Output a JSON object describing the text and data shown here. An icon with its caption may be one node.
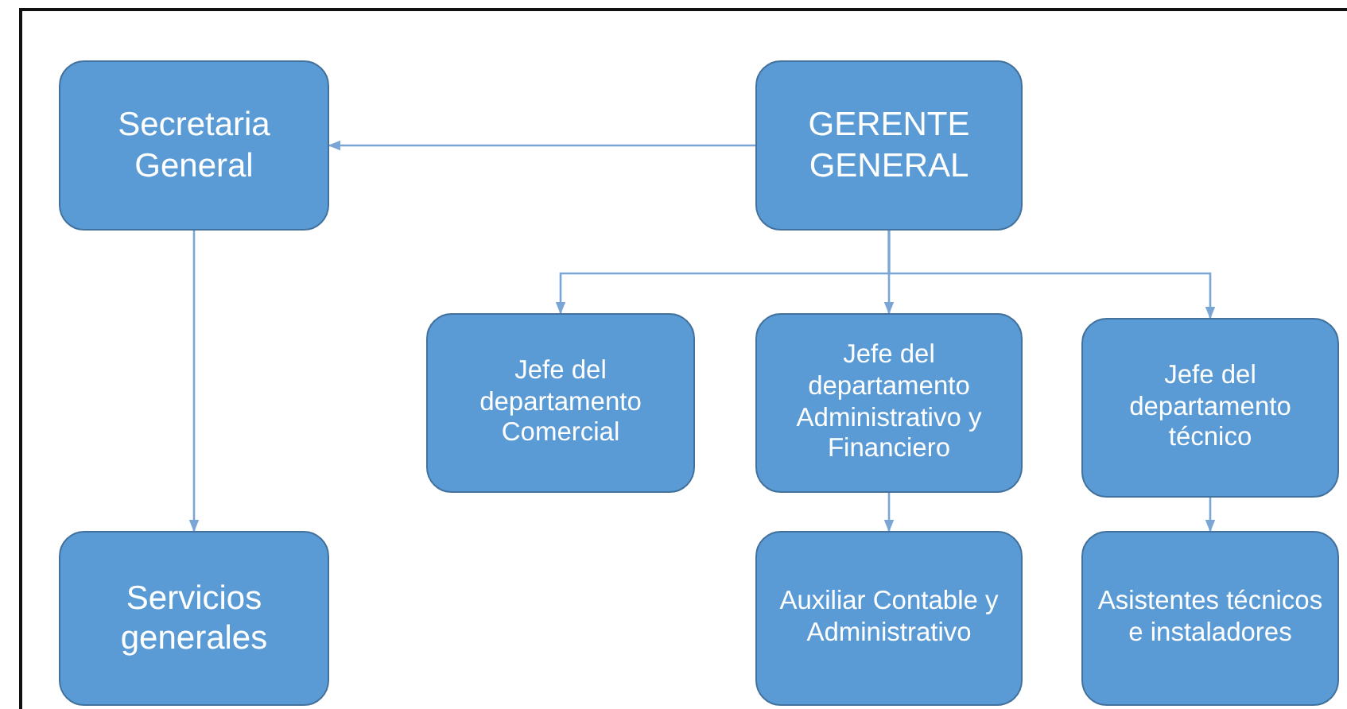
{
  "diagram": {
    "nodes": [
      {
        "text": [
          "Secretaria General"
        ]
      },
      {
        "text": [
          "GERENTE GENERAL"
        ]
      },
      {
        "text": [
          "Jefe del departamento Comercial"
        ]
      },
      {
        "text": [
          "Jefe del departamento Administrativo y Financiero"
        ]
      },
      {
        "text": [
          "Jefe del departamento técnico"
        ]
      },
      {
        "text": [
          "Servicios generales"
        ]
      },
      {
        "text": [
          "Auxiliar Contable y Administrativo"
        ]
      },
      {
        "text": [
          "Asistentes técnicos e instaladores"
        ]
      }
    ],
    "edges": [
      {
        "from": 1,
        "to": 0,
        "arrow": "to"
      },
      {
        "from": 1,
        "to": 2,
        "arrow": "to"
      },
      {
        "from": 1,
        "to": 3,
        "arrow": "to"
      },
      {
        "from": 1,
        "to": 4,
        "arrow": "to"
      },
      {
        "from": 0,
        "to": 5,
        "arrow": "to"
      },
      {
        "from": 3,
        "to": 6,
        "arrow": "to"
      },
      {
        "from": 4,
        "to": 7,
        "arrow": "to"
      }
    ]
  }
}
